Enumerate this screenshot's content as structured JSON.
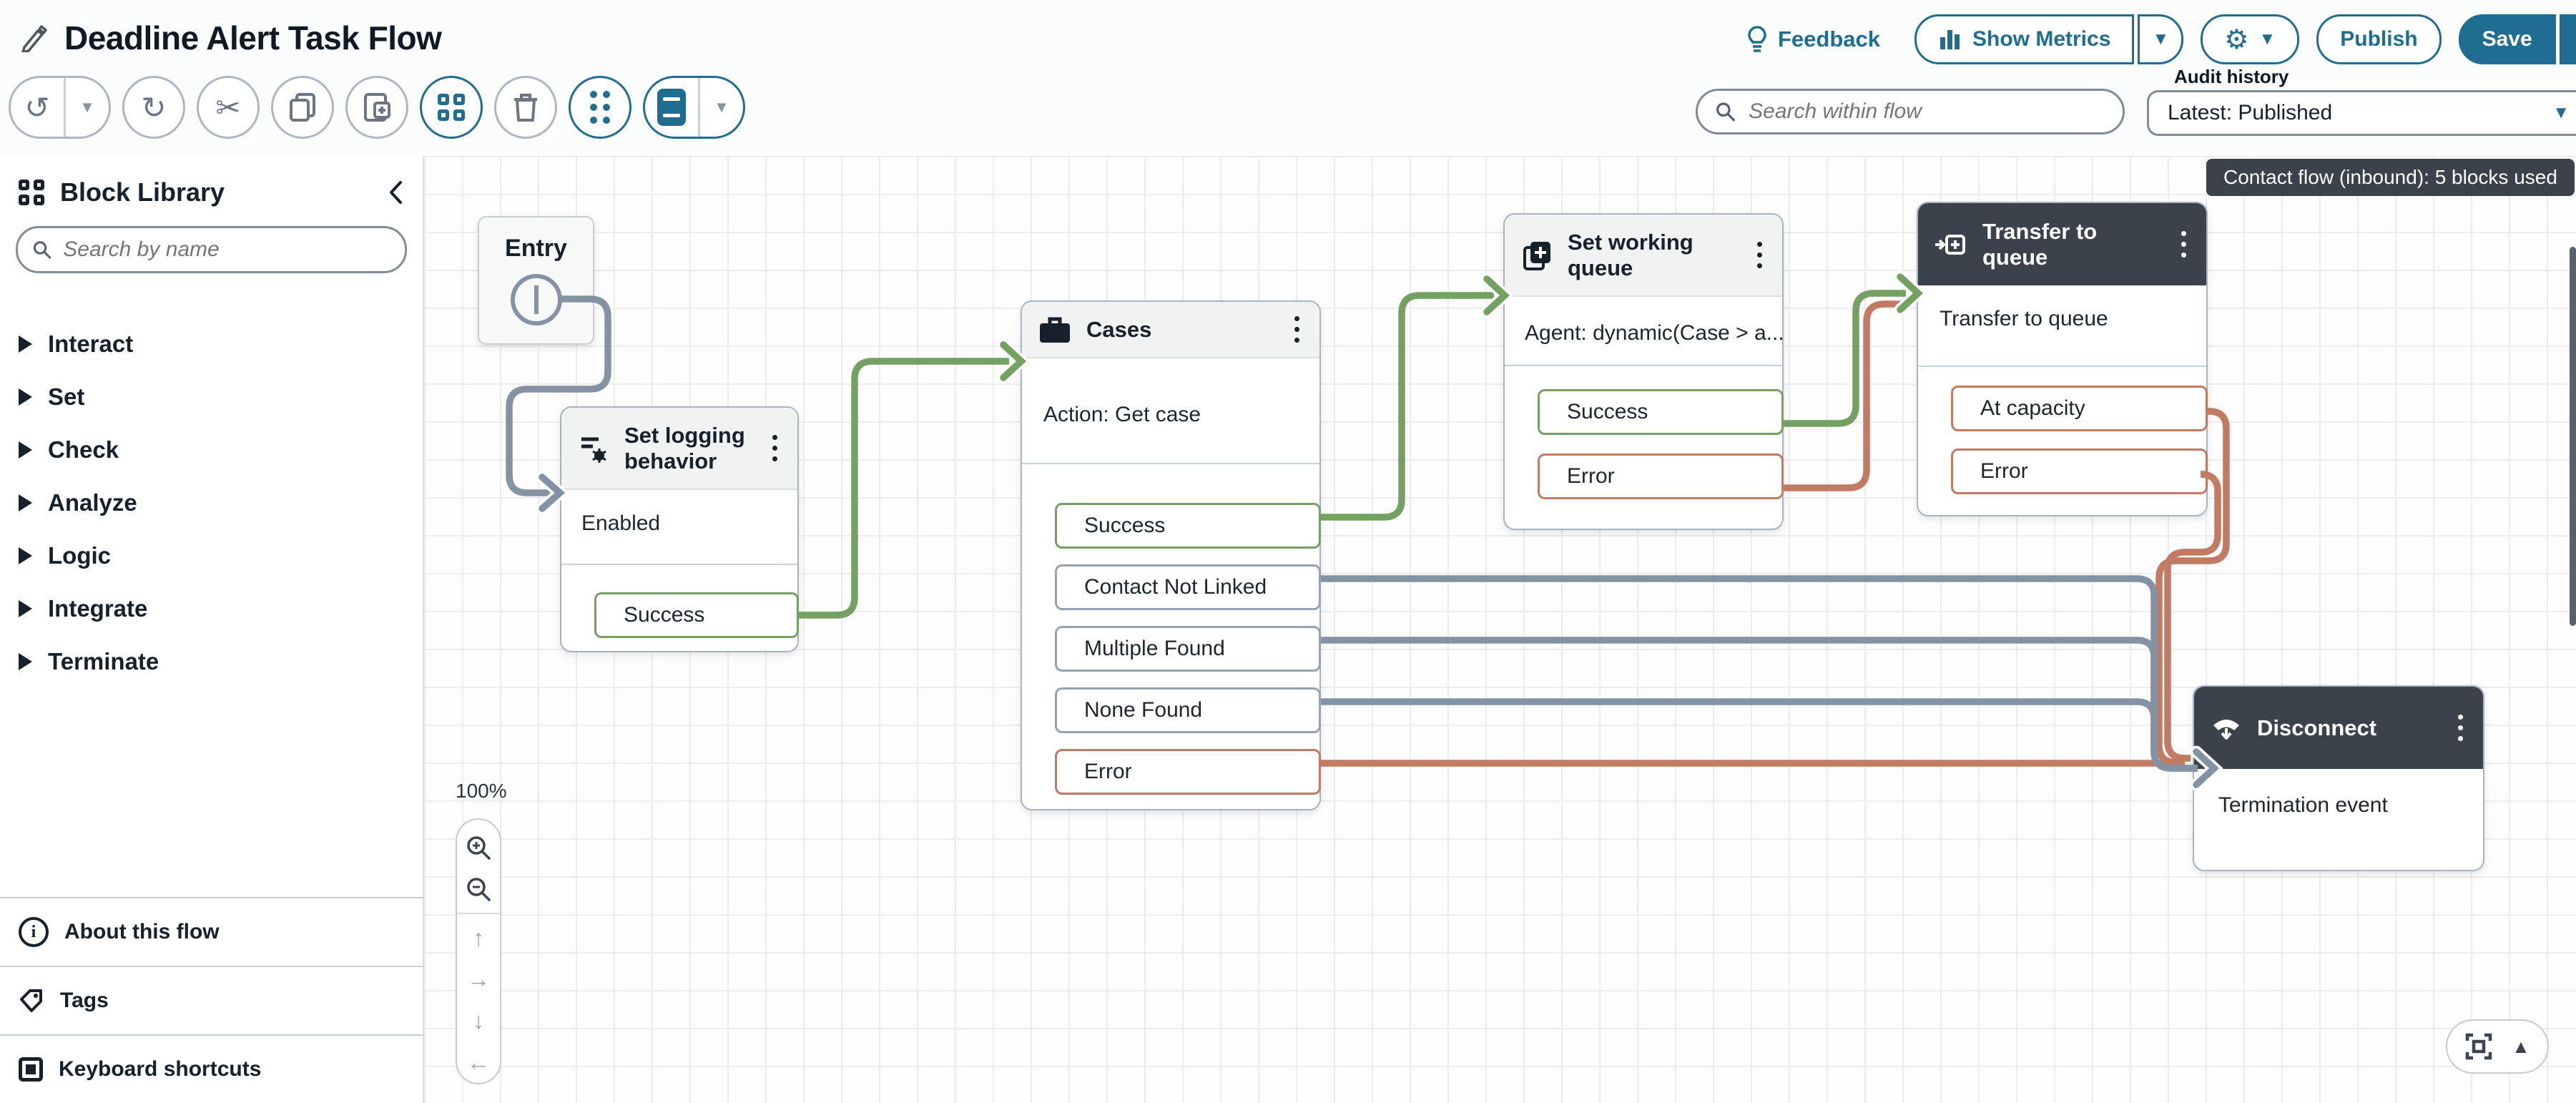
{
  "icons": {
    "dropdown": "▼",
    "undo": "↺",
    "redo": "↻",
    "cut": "✂",
    "gear": "⚙",
    "pan_up": "↑",
    "pan_right": "→",
    "pan_down": "↓",
    "pan_left": "←",
    "expand": "▲"
  },
  "header": {
    "title": "Deadline Alert Task Flow",
    "feedback": "Feedback",
    "show_metrics": "Show Metrics",
    "publish": "Publish",
    "save": "Save"
  },
  "flow_search": {
    "placeholder": "Search within flow"
  },
  "audit_history": {
    "label": "Audit history",
    "value": "Latest: Published"
  },
  "canvas_badge": "Contact flow (inbound): 5 blocks used",
  "sidebar": {
    "title": "Block Library",
    "search_placeholder": "Search by name",
    "categories": [
      {
        "label": "Interact"
      },
      {
        "label": "Set"
      },
      {
        "label": "Check"
      },
      {
        "label": "Analyze"
      },
      {
        "label": "Logic"
      },
      {
        "label": "Integrate"
      },
      {
        "label": "Terminate"
      }
    ],
    "footer_items": [
      {
        "label": "About this flow"
      },
      {
        "label": "Tags"
      },
      {
        "label": "Keyboard shortcuts"
      }
    ]
  },
  "canvas": {
    "zoom_level": "100%",
    "blocks": {
      "entry": {
        "title": "Entry"
      },
      "set_logging": {
        "title": "Set logging behavior",
        "body": "Enabled",
        "outputs": [
          {
            "label": "Success"
          }
        ]
      },
      "cases": {
        "title": "Cases",
        "body": "Action: Get case",
        "outputs": [
          {
            "label": "Success"
          },
          {
            "label": "Contact Not Linked"
          },
          {
            "label": "Multiple Found"
          },
          {
            "label": "None Found"
          },
          {
            "label": "Error"
          }
        ]
      },
      "set_working_queue": {
        "title": "Set working queue",
        "body": "Agent: dynamic(Case > a...",
        "outputs": [
          {
            "label": "Success"
          },
          {
            "label": "Error"
          }
        ]
      },
      "transfer_to_queue": {
        "title": "Transfer to queue",
        "body": "Transfer to queue",
        "outputs": [
          {
            "label": "At capacity"
          },
          {
            "label": "Error"
          }
        ]
      },
      "disconnect": {
        "title": "Disconnect",
        "body": "Termination event"
      }
    }
  },
  "colors": {
    "accent": "#1f6e91",
    "success": "#74a162",
    "error": "#c27a63",
    "neutral": "#8493a4",
    "dark_header": "#3b424b"
  }
}
